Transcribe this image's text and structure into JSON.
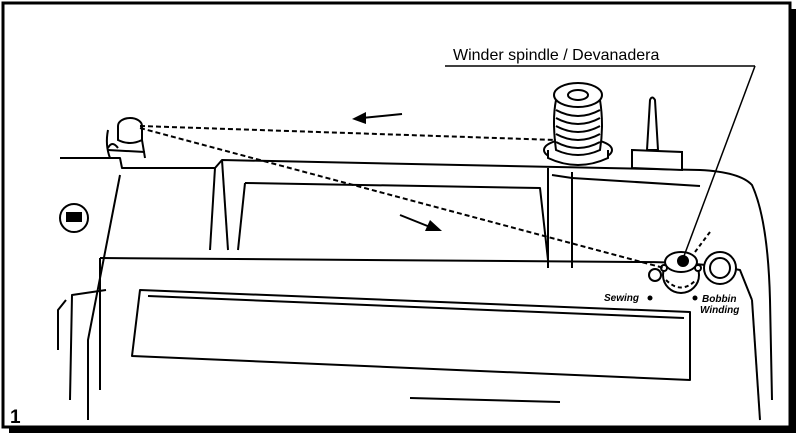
{
  "callout": {
    "label": "Winder spindle / Devanadera"
  },
  "positions": {
    "sewing_label": "Sewing",
    "bobbin_label_line1": "Bobbin",
    "bobbin_label_line2": "Winding"
  },
  "figure": {
    "number": "1"
  },
  "colors": {
    "ink": "#000000",
    "background": "#ffffff"
  },
  "icons": [
    "arrow-left-icon",
    "arrow-right-icon"
  ]
}
